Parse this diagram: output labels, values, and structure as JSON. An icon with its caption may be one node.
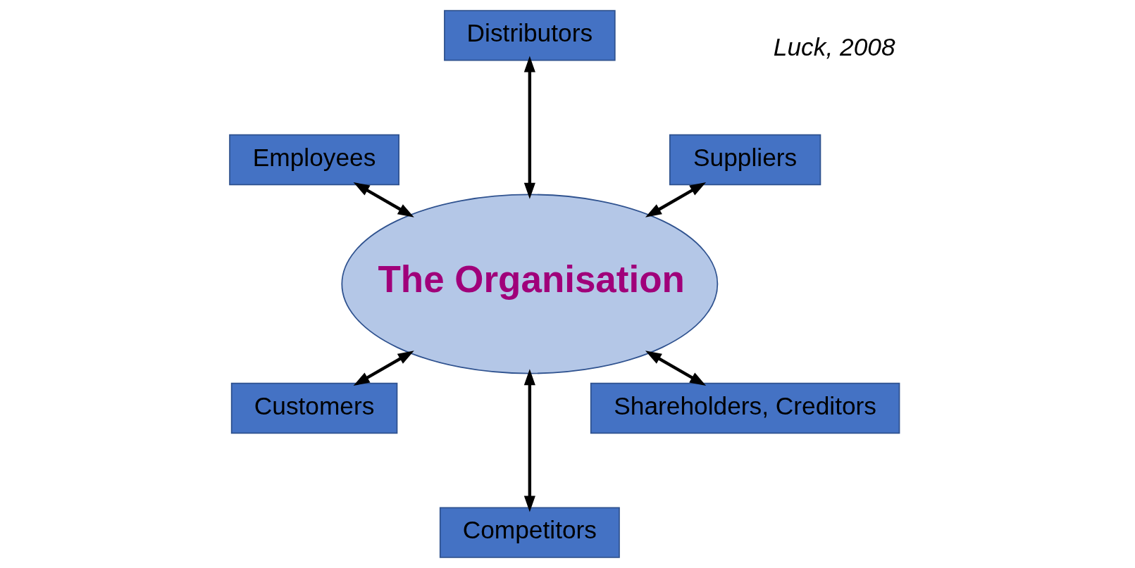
{
  "diagram": {
    "nodes": [
      {
        "text": [
          "The Organisation"
        ]
      },
      {
        "text": [
          "Suppliers"
        ]
      },
      {
        "text": [
          "Distributors"
        ]
      },
      {
        "text": [
          "Employees"
        ]
      },
      {
        "text": [
          "Customers"
        ]
      },
      {
        "text": [
          "Competitors"
        ]
      },
      {
        "text": [
          "Shareholders, Creditors"
        ]
      }
    ],
    "edges": [
      {
        "from": 0,
        "to": 1,
        "arrow": "both"
      },
      {
        "from": 0,
        "to": 2,
        "arrow": "both"
      },
      {
        "from": 0,
        "to": 3,
        "arrow": "both"
      },
      {
        "from": 0,
        "to": 4,
        "arrow": "both"
      },
      {
        "from": 0,
        "to": 5,
        "arrow": "both"
      },
      {
        "from": 0,
        "to": 6,
        "arrow": "both"
      }
    ],
    "labels": [
      "Luck, 2008"
    ]
  }
}
